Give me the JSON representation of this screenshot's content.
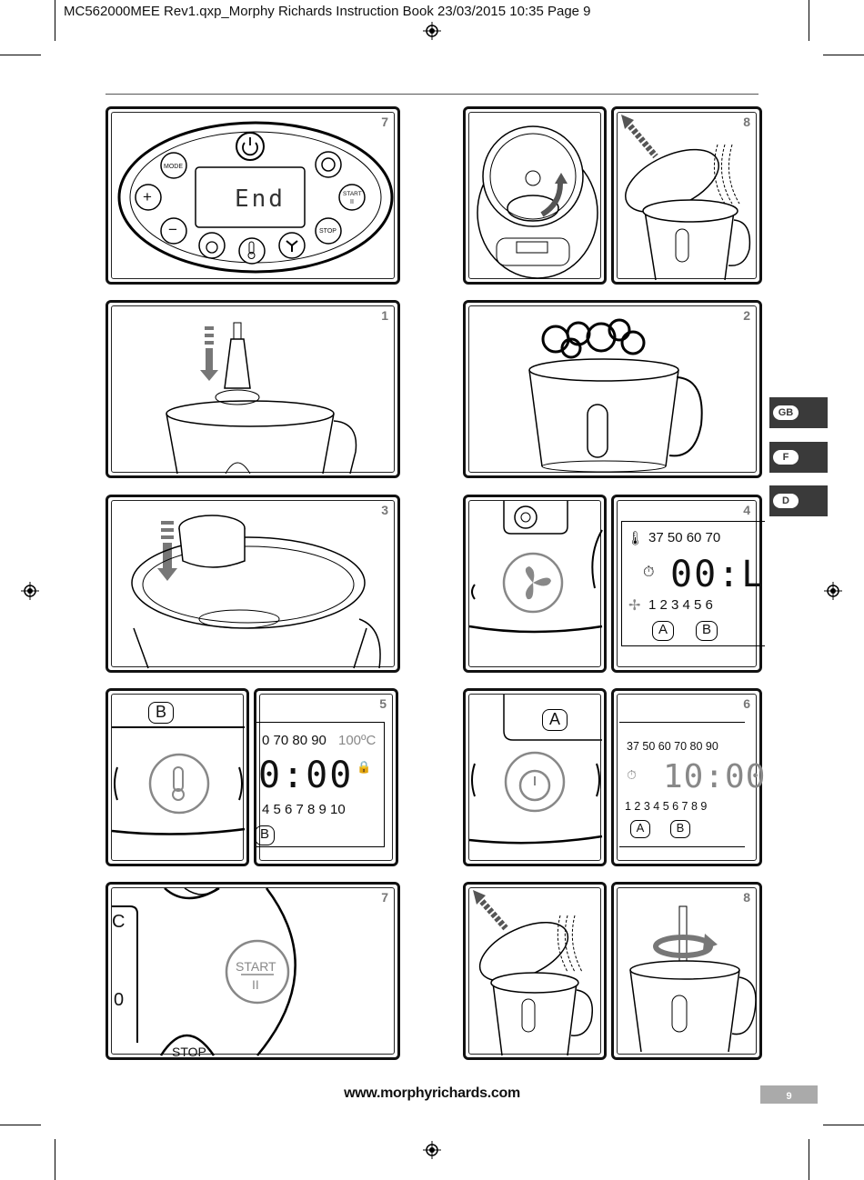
{
  "header": {
    "slug": "MC562000MEE Rev1.qxp_Morphy Richards Instruction Book  23/03/2015  10:35  Page 9"
  },
  "panels": {
    "p7a": {
      "number": "7",
      "display": "End",
      "mode": "MODE",
      "plus": "+",
      "minus": "−",
      "start": "START",
      "pause": "II",
      "stop": "STOP"
    },
    "p8a": {
      "number": "8"
    },
    "p1": {
      "number": "1"
    },
    "p2": {
      "number": "2"
    },
    "p3": {
      "number": "3"
    },
    "p4": {
      "number": "4",
      "temps": "37 50 60 70",
      "time": "00:L",
      "speeds": "1 2 3 4 5 6",
      "btn_a": "A",
      "btn_b": "B"
    },
    "p5": {
      "number": "5",
      "btn_b": "B",
      "temps": "0 70 80 90",
      "temp_hi": "100ºC",
      "time": "0:00",
      "speeds": "4 5 6 7 8 9 10",
      "btn_b2": "B"
    },
    "p6": {
      "number": "6",
      "btn_a": "A",
      "temps": "37 50 60 70 80 90",
      "time": "10:00",
      "speeds": "1 2 3 4 5 6 7 8 9",
      "btn_a2": "A",
      "btn_b2": "B"
    },
    "p7b": {
      "number": "7",
      "start": "START",
      "pause": "II",
      "stop": "STOP",
      "left_c": "C",
      "left_0": "0"
    },
    "p8b": {
      "number": "8"
    }
  },
  "languages": [
    {
      "label": "GB"
    },
    {
      "label": "F"
    },
    {
      "label": "D"
    }
  ],
  "footer": {
    "url": "www.morphyrichards.com",
    "page": "9"
  }
}
